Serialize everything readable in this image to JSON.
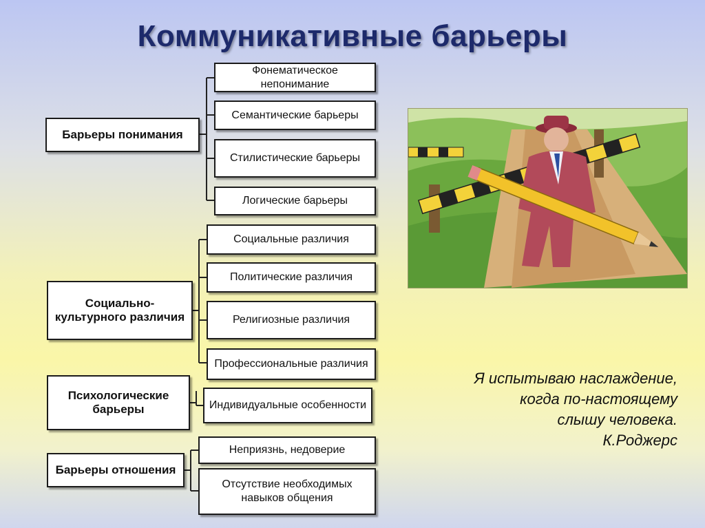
{
  "title": "Коммуникативные барьеры",
  "categories": [
    {
      "label": "Барьеры понимания",
      "items": [
        "Фонематическое непонимание",
        "Семантические барьеры",
        "Стилистические барьеры",
        "Логические барьеры"
      ]
    },
    {
      "label": "Социально-культурного различия",
      "items": [
        "Социальные различия",
        "Политические различия",
        "Религиозные различия",
        "Профессиональные различия"
      ]
    },
    {
      "label": "Психологические барьеры",
      "items": [
        "Индивидуальные особенности"
      ]
    },
    {
      "label": "Барьеры отношения",
      "items": [
        "Неприязнь, недоверие",
        "Отсутствие необходимых навыков общения"
      ]
    }
  ],
  "quote": {
    "lines": [
      "Я испытываю наслаждение,",
      "когда по-настоящему",
      "слышу человека."
    ],
    "author": "К.Роджерс"
  }
}
